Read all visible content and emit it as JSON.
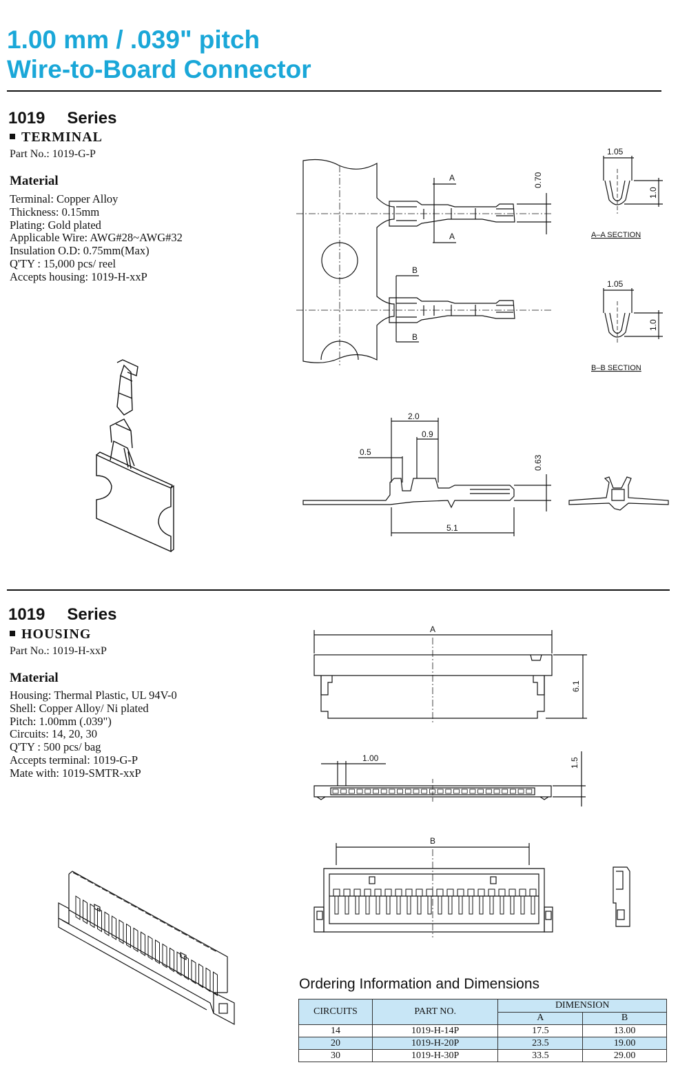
{
  "title": {
    "line1": "1.00 mm / .039\" pitch",
    "line2": "Wire-to-Board Connector"
  },
  "terminal": {
    "series_no": "1019",
    "series_word": "Series",
    "heading": "TERMINAL",
    "part_no": "Part No.: 1019-G-P",
    "material_heading": "Material",
    "material": [
      "Terminal: Copper Alloy",
      "Thickness: 0.15mm",
      "Plating: Gold plated",
      "Applicable Wire: AWG#28~AWG#32",
      "Insulation O.D: 0.75mm(Max)",
      "Q'TY : 15,000 pcs/ reel",
      "Accepts housing: 1019-H-xxP"
    ],
    "drawing": {
      "d_070": "0.70",
      "a": "A",
      "b": "B",
      "d_105a": "1.05",
      "d_10a": "1.0",
      "aa_section": "A–A SECTION",
      "d_105b": "1.05",
      "d_10b": "1.0",
      "bb_section": "B–B SECTION",
      "d_20": "2.0",
      "d_09": "0.9",
      "d_05": "0.5",
      "d_063": "0.63",
      "d_51": "5.1"
    }
  },
  "housing": {
    "series_no": "1019",
    "series_word": "Series",
    "heading": "HOUSING",
    "part_no": "Part No.: 1019-H-xxP",
    "material_heading": "Material",
    "material": [
      "Housing: Thermal Plastic, UL 94V-0",
      "Shell: Copper Alloy/ Ni plated",
      "Pitch: 1.00mm (.039\")",
      "Circuits: 14, 20, 30",
      "Q'TY : 500 pcs/ bag",
      "Accepts terminal: 1019-G-P",
      "Mate with: 1019-SMTR-xxP"
    ],
    "drawing": {
      "a": "A",
      "d_61": "6.1",
      "d_100": "1.00",
      "d_15": "1.5",
      "b": "B"
    }
  },
  "ordering": {
    "title": "Ordering Information and Dimensions",
    "headers": {
      "circuits": "CIRCUITS",
      "part_no": "PART NO.",
      "dimension": "DIMENSION",
      "a": "A",
      "b": "B"
    },
    "rows": [
      {
        "circuits": "14",
        "part_no": "1019-H-14P",
        "a": "17.5",
        "b": "13.00"
      },
      {
        "circuits": "20",
        "part_no": "1019-H-20P",
        "a": "23.5",
        "b": "19.00"
      },
      {
        "circuits": "30",
        "part_no": "1019-H-30P",
        "a": "33.5",
        "b": "29.00"
      }
    ]
  },
  "colors": {
    "title": "#1aa7d8",
    "table_fill": "#c8e6f6",
    "ink": "#111111"
  }
}
